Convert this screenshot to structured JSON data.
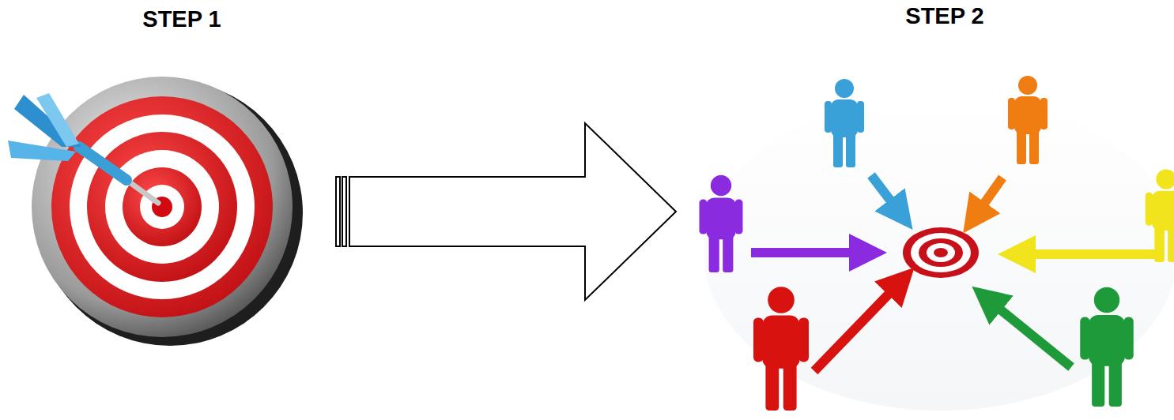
{
  "diagram": {
    "nodes": [
      {
        "text": [
          "STEP 1"
        ]
      },
      {
        "text": [
          "STEP 2"
        ]
      }
    ],
    "edges": [
      {
        "from": 0,
        "to": 1,
        "arrow": "to"
      }
    ]
  }
}
